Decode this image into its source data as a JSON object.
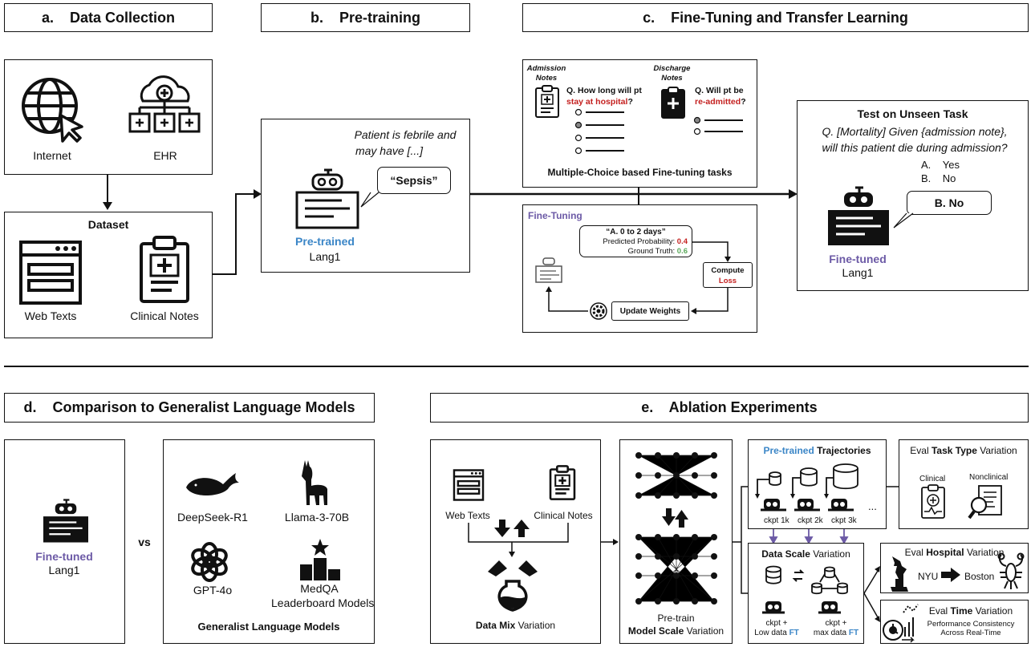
{
  "sections": {
    "a": {
      "title": "a.    Data Collection",
      "internet": "Internet",
      "ehr": "EHR",
      "dataset": "Dataset",
      "web_texts": "Web Texts",
      "clinical_notes": "Clinical Notes"
    },
    "b": {
      "title": "b.    Pre-training",
      "prompt_line1": "Patient is febrile and",
      "prompt_line2": "may have [...]",
      "answer": "“Sepsis”",
      "pretrained": "Pre-trained",
      "model": "Lang1"
    },
    "c": {
      "title": "c.    Fine-Tuning and Transfer Learning",
      "admission_notes_1": "Admission",
      "admission_notes_2": "Notes",
      "q1_part1": "Q. How long will pt",
      "q1_part2": "stay at hospital",
      "q1_part3": "?",
      "discharge_notes_1": "Discharge",
      "discharge_notes_2": "Notes",
      "q2_part1": "Q. Will pt be",
      "q2_part2": "re-admitted",
      "q2_part3": "?",
      "mc_caption": "Multiple-Choice based Fine-tuning tasks",
      "finetuning": "Fine-Tuning",
      "ft_answer": "“A. 0 to 2 days”",
      "pred_prob_label": "Predicted Probability: ",
      "pred_prob_value": "0.4",
      "ground_truth_label": "Ground Truth: ",
      "ground_truth_value": "0.6",
      "compute": "Compute",
      "loss": "Loss",
      "update_weights": "Update Weights",
      "test_title": "Test on Unseen Task",
      "test_q1": "Q. [Mortality] Given {admission note},",
      "test_q2": "will this patient die during admission?",
      "opt_a_letter": "A.",
      "opt_a": "Yes",
      "opt_b_letter": "B.",
      "opt_b": "No",
      "test_answer": "B. No",
      "finetuned": "Fine-tuned",
      "model": "Lang1"
    },
    "d": {
      "title": "d.    Comparison to Generalist Language Models",
      "finetuned": "Fine-tuned",
      "model": "Lang1",
      "vs": "vs",
      "deepseek": "DeepSeek-R1",
      "llama": "Llama-3-70B",
      "gpt": "GPT-4o",
      "medqa1": "MedQA",
      "medqa2": "Leaderboard Models",
      "caption": "Generalist Language Models"
    },
    "e": {
      "title": "e.    Ablation Experiments",
      "web_texts": "Web Texts",
      "clinical_notes": "Clinical Notes",
      "data_mix_b": "Data Mix",
      "data_mix_r": " Variation",
      "pretrain": "Pre-train",
      "model_scale_b": "Model Scale",
      "model_scale_r": " Variation",
      "traj_blue": "Pre-trained",
      "traj_rest": " Trajectories",
      "ckpt1": "ckpt 1k",
      "ckpt2": "ckpt 2k",
      "ckpt3": "ckpt 3k",
      "ellipsis": "...",
      "data_scale_b": "Data Scale",
      "data_scale_r": " Variation",
      "ckpt_plus": "ckpt +",
      "low_data": "Low data ",
      "max_data": "max data ",
      "ft": "FT",
      "eval_task_1": "Eval ",
      "eval_task_b": "Task Type",
      "eval_task_2": " Variation",
      "clinical": "Clinical",
      "nonclinical": "Nonclinical",
      "eval_hosp_1": "Eval ",
      "eval_hosp_b": "Hospital",
      "eval_hosp_2": " Variation",
      "nyu": "NYU",
      "boston": "Boston",
      "eval_time_1": "Eval ",
      "eval_time_b": "Time",
      "eval_time_2": " Variation",
      "perf1": "Performance Consistency",
      "perf2": "Across Real-Time"
    }
  },
  "colors": {
    "blue": "#3b86c7",
    "purple": "#6c5aa6",
    "red": "#c4201f",
    "green": "#5aa85a",
    "arrow_purple": "#6c5aa6"
  }
}
